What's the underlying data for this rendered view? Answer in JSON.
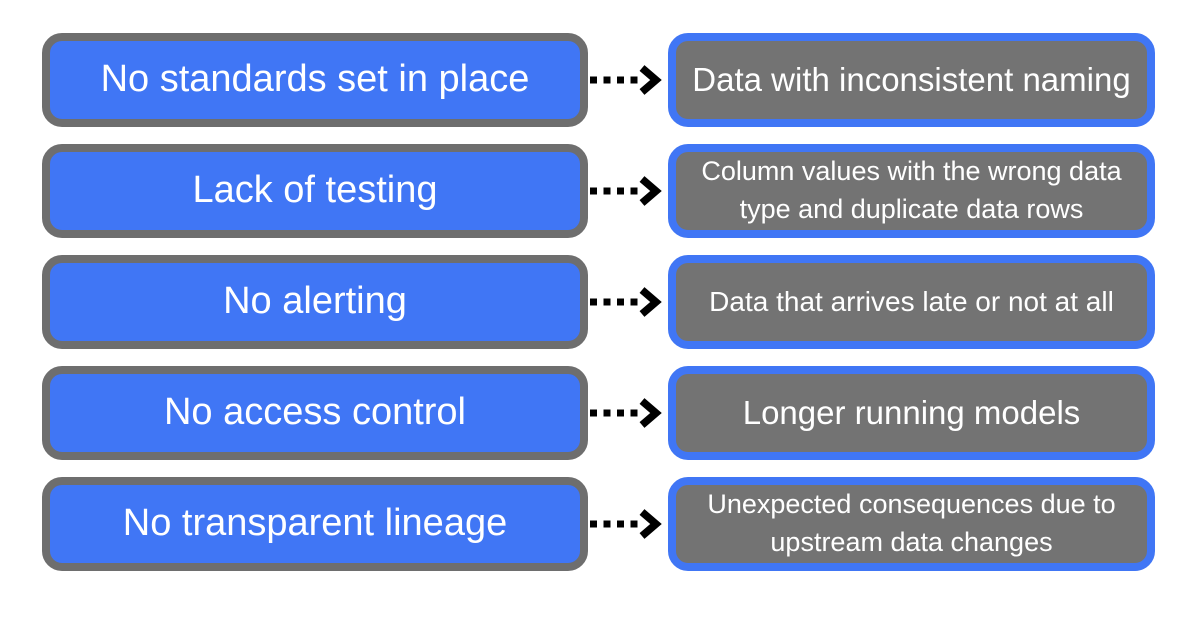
{
  "colors": {
    "blue": "#4076F5",
    "gray_fill": "#737373",
    "gray_border": "#6e6e6e",
    "text": "#ffffff",
    "arrow": "#000000",
    "background": "#ffffff"
  },
  "diagram": {
    "rows": [
      {
        "cause": "No standards set in place",
        "effect_lines": [
          "Data with inconsistent naming",
          ""
        ]
      },
      {
        "cause": "Lack of testing",
        "effect_lines": [
          "Column values with the wrong data",
          "type and duplicate data rows"
        ]
      },
      {
        "cause": "No alerting",
        "effect_lines": [
          "Data that arrives late or not at all",
          ""
        ]
      },
      {
        "cause": "No access control",
        "effect_lines": [
          "Longer running models",
          ""
        ]
      },
      {
        "cause": "No transparent lineage",
        "effect_lines": [
          "Unexpected consequences due to",
          "upstream data changes"
        ]
      }
    ]
  }
}
